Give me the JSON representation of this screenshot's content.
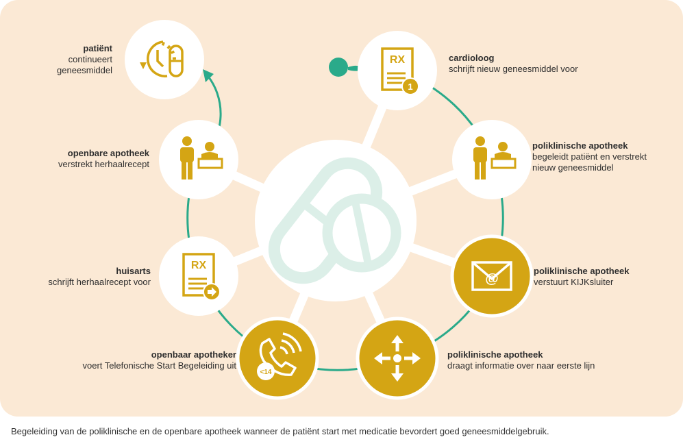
{
  "caption": "Begeleiding van de poliklinische en de openbare apotheek wanneer de patiënt start met medicatie bevordert goed geneesmiddelgebruik.",
  "colors": {
    "background": "#fbe9d5",
    "gold": "#d4a514",
    "teal": "#2aaa8a",
    "center_pill": "#dcefe8",
    "white": "#ffffff"
  },
  "center": {
    "icon": "pill-capsule-tablet-icon"
  },
  "steps": [
    {
      "id": "cardioloog",
      "title": "cardioloog",
      "lines": [
        "schrijft nieuw geneesmiddel voor"
      ],
      "icon": "prescription-new-icon",
      "icon_text": "RX",
      "badge": "1"
    },
    {
      "id": "poli-begeleidt",
      "title": "poliklinische apotheek",
      "lines": [
        "begeleidt patiënt en verstrekt",
        "nieuw geneesmiddel"
      ],
      "icon": "pharmacist-counter-icon"
    },
    {
      "id": "poli-kijksluiter",
      "title": "poliklinische apotheek",
      "lines": [
        "verstuurt KIJKsluiter"
      ],
      "icon": "email-icon",
      "icon_text": "@"
    },
    {
      "id": "poli-informatie",
      "title": "poliklinische apotheek",
      "lines": [
        "draagt informatie over naar eerste lijn"
      ],
      "icon": "transfer-arrows-icon"
    },
    {
      "id": "openbaar-apotheker",
      "title": "openbaar apotheker",
      "lines": [
        "voert Telefonische Start Begeleiding uit"
      ],
      "icon": "phone-call-icon",
      "icon_text": "<14"
    },
    {
      "id": "huisarts",
      "title": "huisarts",
      "lines": [
        "schrijft herhaalrecept voor"
      ],
      "icon": "prescription-forward-icon",
      "icon_text": "RX"
    },
    {
      "id": "openbare-apotheek",
      "title": "openbare apotheek",
      "lines": [
        "verstrekt herhaalrecept"
      ],
      "icon": "pharmacist-counter-icon"
    },
    {
      "id": "patient",
      "title": "patiënt",
      "lines": [
        "continueert",
        "geneesmiddel"
      ],
      "icon": "clock-capsule-icon"
    }
  ]
}
